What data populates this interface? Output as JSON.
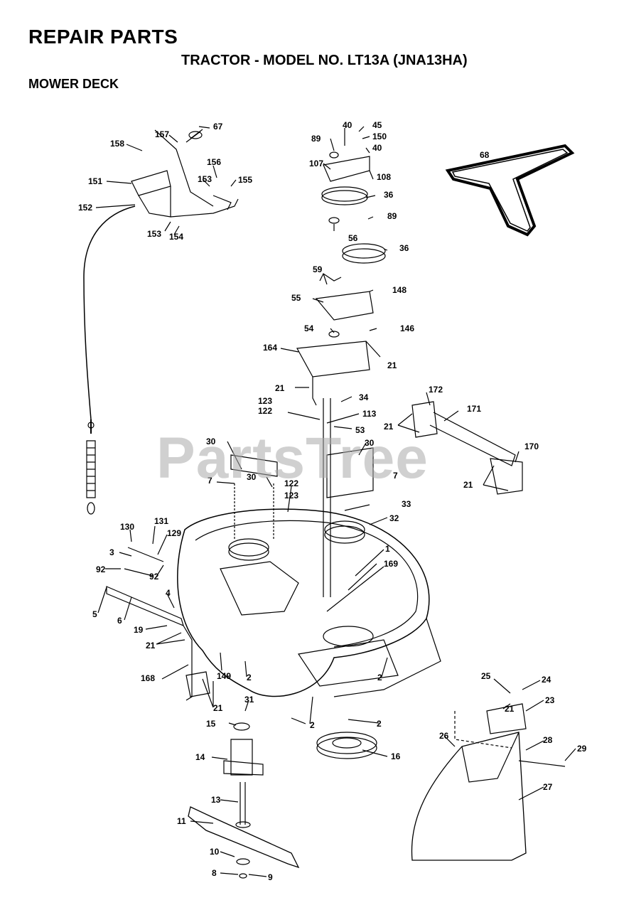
{
  "header": {
    "title": "REPAIR PARTS",
    "model": "TRACTOR - MODEL NO. LT13A (JNA13HA)",
    "section": "MOWER DECK"
  },
  "watermark": "PartsTree",
  "parts": [
    {
      "n": "67"
    },
    {
      "n": "157"
    },
    {
      "n": "158"
    },
    {
      "n": "151"
    },
    {
      "n": "156"
    },
    {
      "n": "153"
    },
    {
      "n": "155"
    },
    {
      "n": "152"
    },
    {
      "n": "153"
    },
    {
      "n": "154"
    },
    {
      "n": "40"
    },
    {
      "n": "45"
    },
    {
      "n": "89"
    },
    {
      "n": "150"
    },
    {
      "n": "40"
    },
    {
      "n": "107"
    },
    {
      "n": "108"
    },
    {
      "n": "36"
    },
    {
      "n": "89"
    },
    {
      "n": "56"
    },
    {
      "n": "36"
    },
    {
      "n": "68"
    },
    {
      "n": "59"
    },
    {
      "n": "148"
    },
    {
      "n": "55"
    },
    {
      "n": "54"
    },
    {
      "n": "146"
    },
    {
      "n": "164"
    },
    {
      "n": "21"
    },
    {
      "n": "21"
    },
    {
      "n": "34"
    },
    {
      "n": "123"
    },
    {
      "n": "122"
    },
    {
      "n": "113"
    },
    {
      "n": "53"
    },
    {
      "n": "172"
    },
    {
      "n": "171"
    },
    {
      "n": "21"
    },
    {
      "n": "170"
    },
    {
      "n": "21"
    },
    {
      "n": "30"
    },
    {
      "n": "30"
    },
    {
      "n": "7"
    },
    {
      "n": "30"
    },
    {
      "n": "7"
    },
    {
      "n": "122"
    },
    {
      "n": "123"
    },
    {
      "n": "33"
    },
    {
      "n": "32"
    },
    {
      "n": "1"
    },
    {
      "n": "169"
    },
    {
      "n": "130"
    },
    {
      "n": "131"
    },
    {
      "n": "129"
    },
    {
      "n": "3"
    },
    {
      "n": "92"
    },
    {
      "n": "92"
    },
    {
      "n": "4"
    },
    {
      "n": "5"
    },
    {
      "n": "6"
    },
    {
      "n": "19"
    },
    {
      "n": "21"
    },
    {
      "n": "168"
    },
    {
      "n": "149"
    },
    {
      "n": "2"
    },
    {
      "n": "21"
    },
    {
      "n": "2"
    },
    {
      "n": "2"
    },
    {
      "n": "2"
    },
    {
      "n": "31"
    },
    {
      "n": "15"
    },
    {
      "n": "16"
    },
    {
      "n": "14"
    },
    {
      "n": "13"
    },
    {
      "n": "11"
    },
    {
      "n": "10"
    },
    {
      "n": "8"
    },
    {
      "n": "9"
    },
    {
      "n": "25"
    },
    {
      "n": "24"
    },
    {
      "n": "21"
    },
    {
      "n": "23"
    },
    {
      "n": "26"
    },
    {
      "n": "28"
    },
    {
      "n": "29"
    },
    {
      "n": "27"
    }
  ]
}
